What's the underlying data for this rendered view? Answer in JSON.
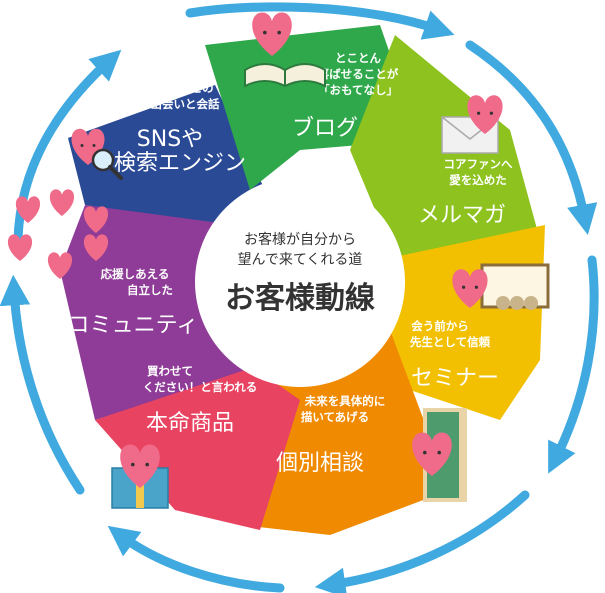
{
  "center": {
    "line1": "お客様が自分から",
    "line2": "望んで来てくれる道",
    "title": "お客様動線"
  },
  "segments": [
    {
      "id": "blog",
      "color": "#2EA84A",
      "sub": [
        "とことん",
        "喜ばせることが",
        "「おもてなし」"
      ],
      "title": "ブログ"
    },
    {
      "id": "mailmag",
      "color": "#8DC21F",
      "sub": [
        "コアファンへ",
        "愛を込めた"
      ],
      "title": "メルマガ"
    },
    {
      "id": "seminar",
      "color": "#F2C000",
      "sub": [
        "会う前から",
        "先生として信頼"
      ],
      "title": "セミナー"
    },
    {
      "id": "consult",
      "color": "#F08A00",
      "sub": [
        "未来を具体的に",
        "描いてあげる"
      ],
      "title": "個別相談"
    },
    {
      "id": "product",
      "color": "#E84360",
      "sub": [
        "買わせて",
        "ください！と言われる"
      ],
      "title": "本命商品"
    },
    {
      "id": "community",
      "color": "#8E3C97",
      "sub": [
        "応援しあえる",
        "自立した"
      ],
      "title": "コミュニティ"
    },
    {
      "id": "sns",
      "color": "#2B4A96",
      "sub": [
        "お客様との",
        "出会いと会話"
      ],
      "title": [
        "SNSや",
        "検索エンジン"
      ]
    }
  ],
  "colors": {
    "arrow": "#3FA9E0",
    "center_fill": "#ffffff",
    "text": "#333333",
    "heart": "#F06A8A"
  },
  "icons": [
    "heart-face-icon",
    "book-icon",
    "envelope-icon",
    "whiteboard-icon",
    "door-icon",
    "gift-icon",
    "magnifier-icon"
  ]
}
